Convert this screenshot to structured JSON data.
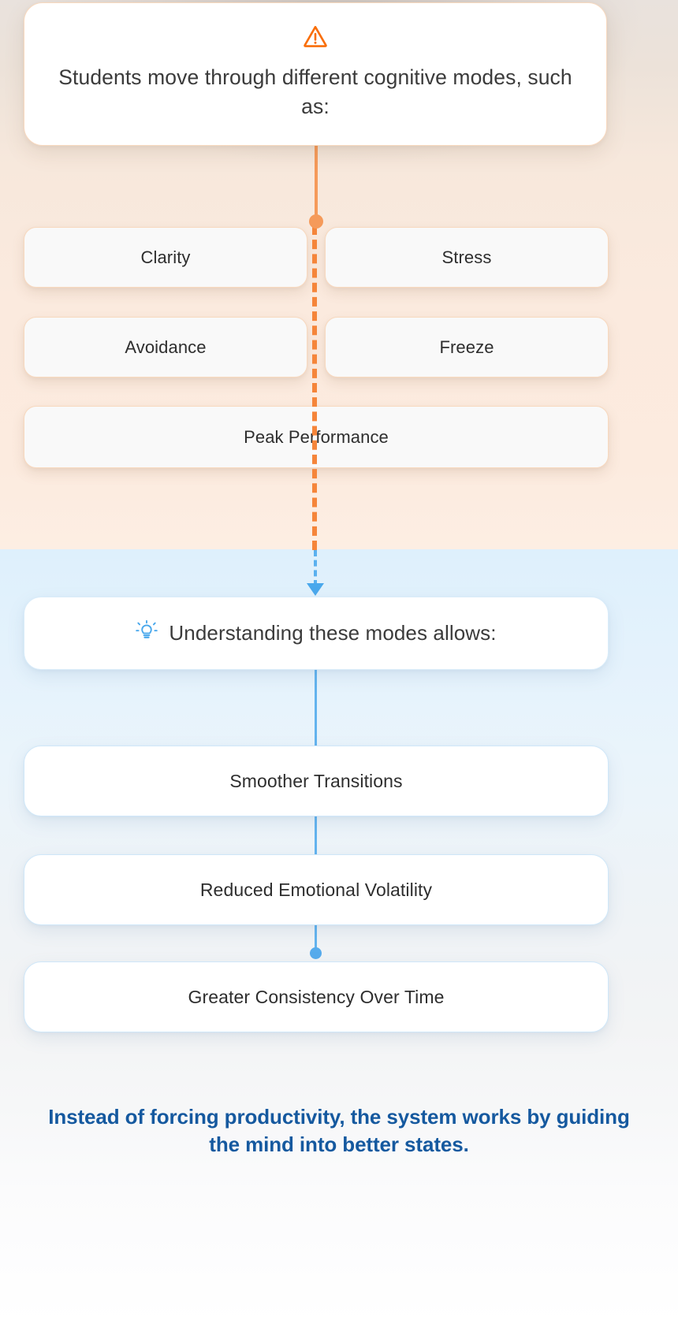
{
  "warm_section": {
    "icon": "warning-triangle-icon",
    "accent_color": "#F5853A",
    "header_text": "Students move through different cognitive modes, such as:",
    "chips": [
      {
        "label": "Clarity"
      },
      {
        "label": "Stress"
      },
      {
        "label": "Avoidance"
      },
      {
        "label": "Freeze"
      },
      {
        "label": "Peak Performance"
      }
    ]
  },
  "cool_section": {
    "icon": "lightbulb-icon",
    "accent_color": "#4AA8EC",
    "header_text": "Understanding these modes allows:",
    "cards": [
      {
        "label": "Smoother Transitions"
      },
      {
        "label": "Reduced Emotional Volatility"
      },
      {
        "label": "Greater Consistency Over Time"
      }
    ]
  },
  "footer": {
    "text": "Instead of forcing productivity, the system works by guiding the mind into better states.",
    "color": "#15599F"
  }
}
